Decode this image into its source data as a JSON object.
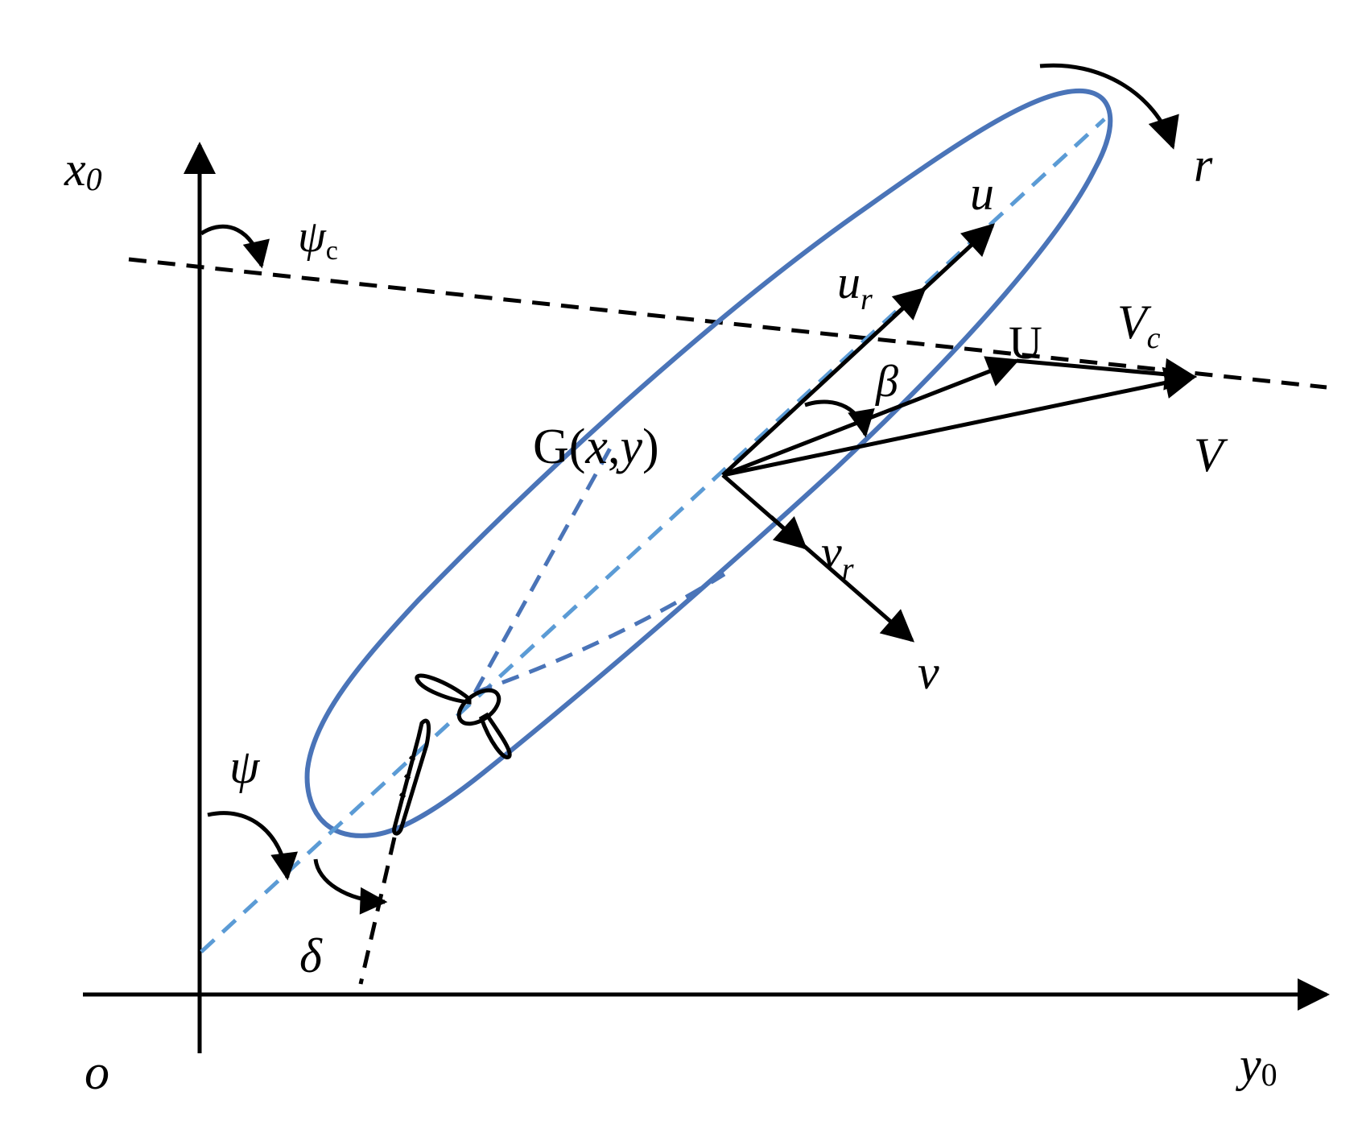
{
  "diagram": {
    "colors": {
      "ink": "#000000",
      "hull": "#4A74B8",
      "centerline": "#5B9BD5"
    },
    "labels": {
      "axis_x0": "x",
      "axis_x0_sub": "0",
      "axis_y0": "y",
      "axis_y0_sub": "0",
      "origin": "o",
      "psi_c": "ψ",
      "psi_c_sub": "c",
      "psi": "ψ",
      "delta": "δ",
      "r": "r",
      "u": "u",
      "u_r": "u",
      "u_r_sub": "r",
      "U": "U",
      "V_c": "V",
      "V_c_sub": "c",
      "beta": "β",
      "G_prefix": "G(",
      "G_x": "x",
      "G_comma": ",",
      "G_y": "y",
      "G_suffix": ")",
      "V": "V",
      "v_r": "v",
      "v_r_sub": "r",
      "v": "v"
    }
  }
}
